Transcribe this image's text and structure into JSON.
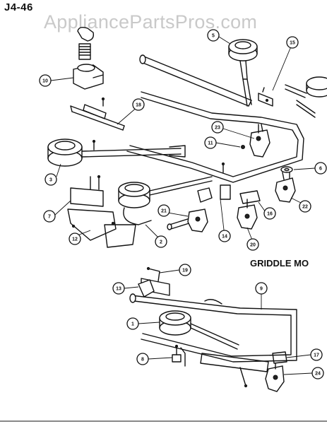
{
  "header": {
    "page_code": "J4-46",
    "watermark": "AppliancePartsPros.com"
  },
  "section_label": "GRIDDLE MO",
  "callouts": [
    {
      "id": "c5",
      "label": "5"
    },
    {
      "id": "c15",
      "label": "15"
    },
    {
      "id": "c10",
      "label": "10"
    },
    {
      "id": "c18",
      "label": "18"
    },
    {
      "id": "c23",
      "label": "23"
    },
    {
      "id": "c11",
      "label": "11"
    },
    {
      "id": "c3",
      "label": "3"
    },
    {
      "id": "c6",
      "label": "6"
    },
    {
      "id": "c7",
      "label": "7"
    },
    {
      "id": "c21",
      "label": "21"
    },
    {
      "id": "c16",
      "label": "16"
    },
    {
      "id": "c22",
      "label": "22"
    },
    {
      "id": "c12",
      "label": "12"
    },
    {
      "id": "c2",
      "label": "2"
    },
    {
      "id": "c14",
      "label": "14"
    },
    {
      "id": "c20",
      "label": "20"
    },
    {
      "id": "c19",
      "label": "19"
    },
    {
      "id": "c13",
      "label": "13"
    },
    {
      "id": "c9",
      "label": "9"
    },
    {
      "id": "c1",
      "label": "1"
    },
    {
      "id": "c8",
      "label": "8"
    },
    {
      "id": "c17",
      "label": "17"
    },
    {
      "id": "c24",
      "label": "24"
    }
  ]
}
